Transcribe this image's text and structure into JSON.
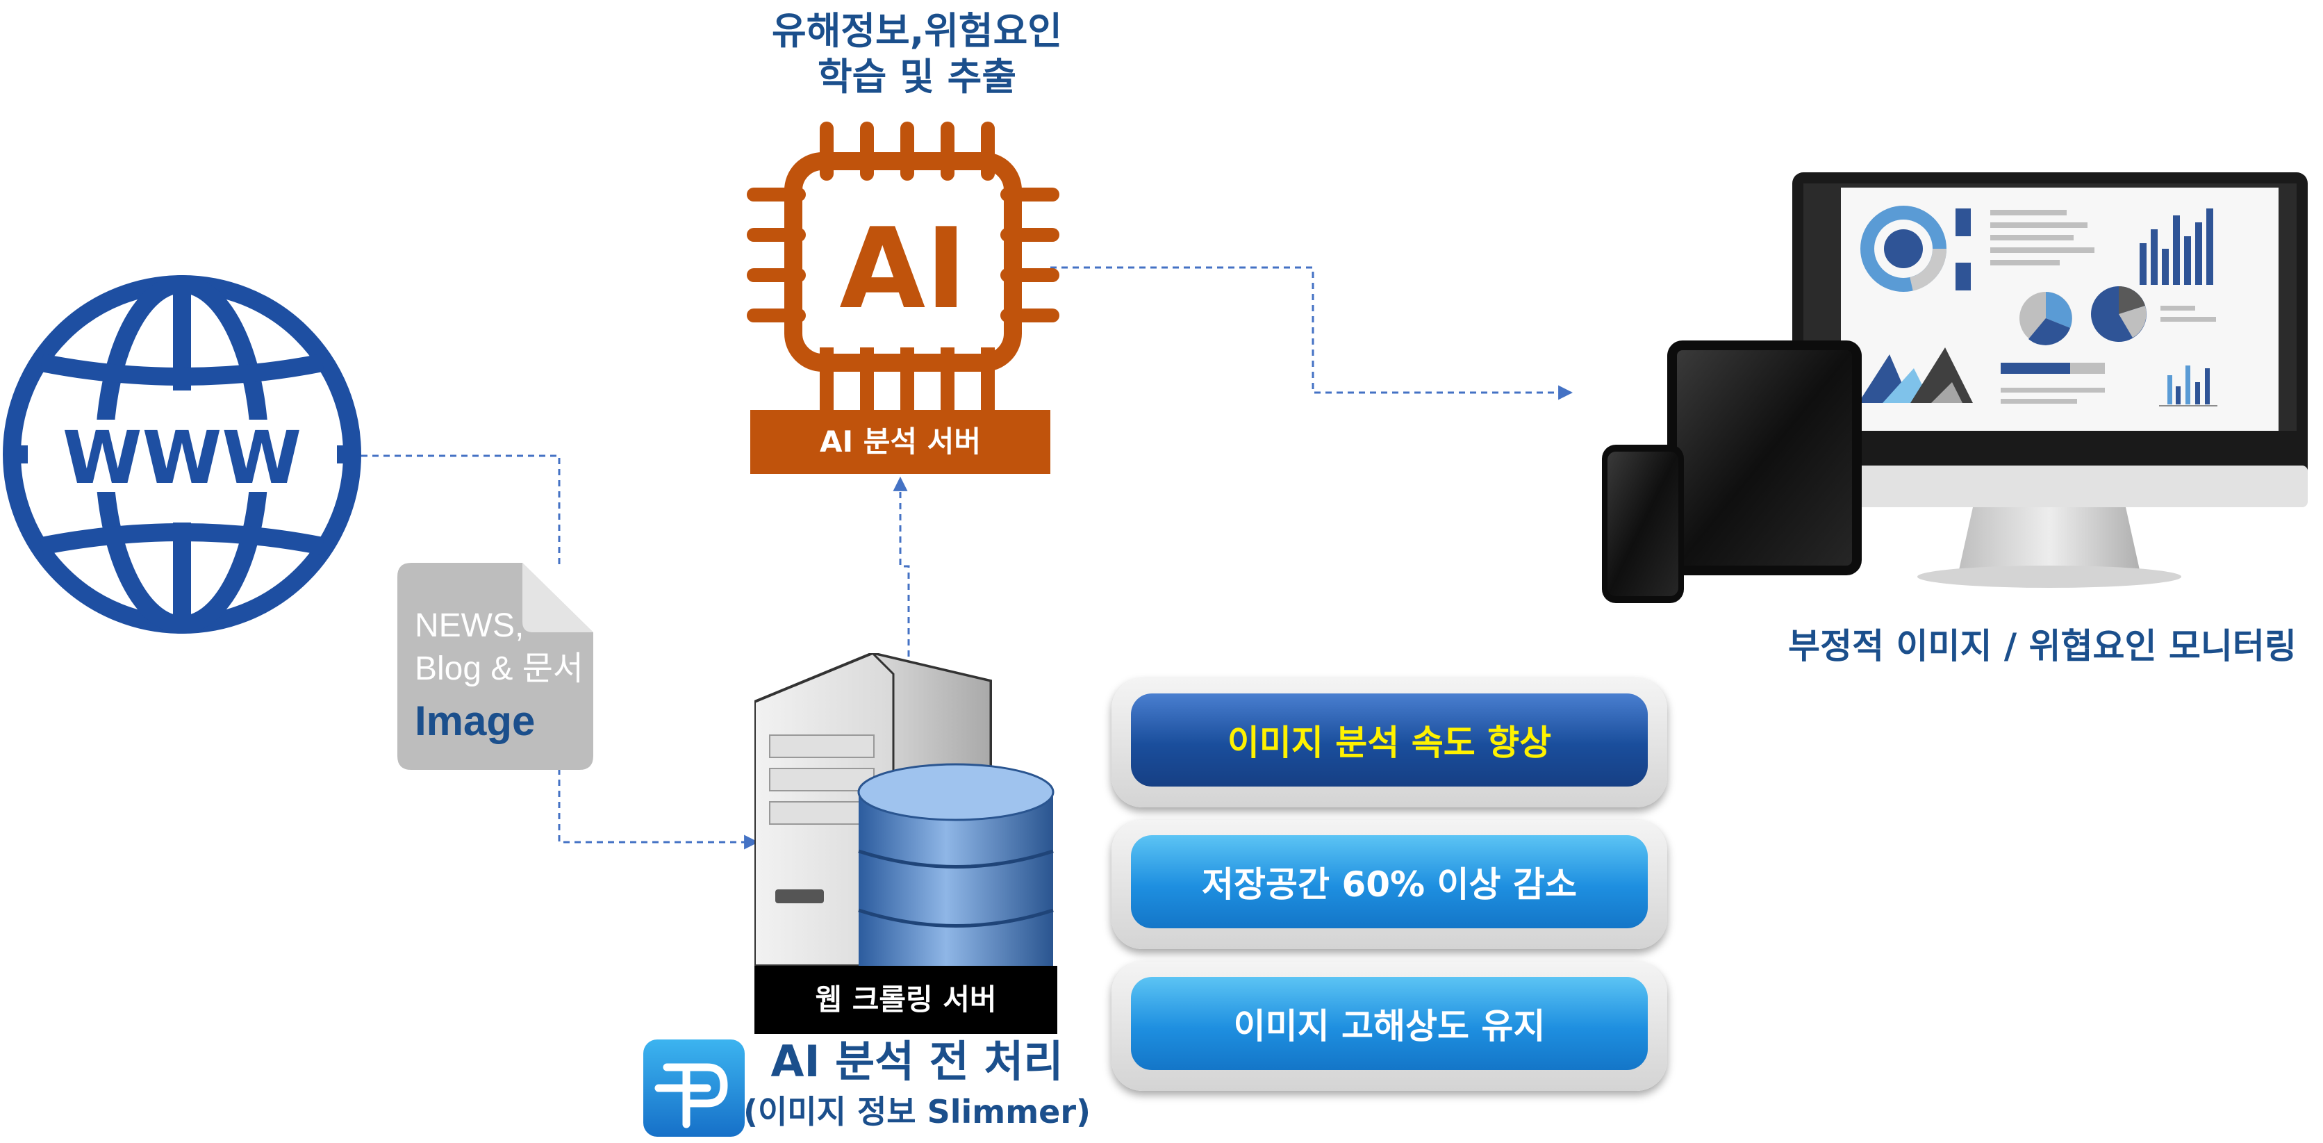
{
  "ai_server": {
    "title_line1": "유해정보,위험요인",
    "title_line2": "학습 및  추출",
    "chip_text": "AI",
    "caption": "AI 분석 서버"
  },
  "web": {
    "globe_text": "WWW"
  },
  "document": {
    "line1": "NEWS,",
    "line2": "Blog & 문서",
    "line3": "Image"
  },
  "crawler": {
    "caption": "웹 크롤링 서버"
  },
  "preprocess": {
    "title": "AI 분석 전 처리",
    "subtitle": "(이미지 정보 Slimmer)"
  },
  "monitoring": {
    "label": "부정적 이미지 / 위협요인 모니터링"
  },
  "benefits": [
    {
      "label": "이미지 분석 속도 향상"
    },
    {
      "label": "저장공간 60% 이상 감소"
    },
    {
      "label": "이미지 고해상도 유지"
    }
  ],
  "colors": {
    "brand_blue": "#1b4f8c",
    "globe_blue": "#1e4fa2",
    "chip_orange": "#c0530c",
    "connector": "#4472c4",
    "highlight_yellow": "#fff200"
  },
  "icons": [
    "globe-icon",
    "ai-chip-icon",
    "document-icon",
    "server-icon",
    "database-icon",
    "devices-icon",
    "logo-icon"
  ]
}
